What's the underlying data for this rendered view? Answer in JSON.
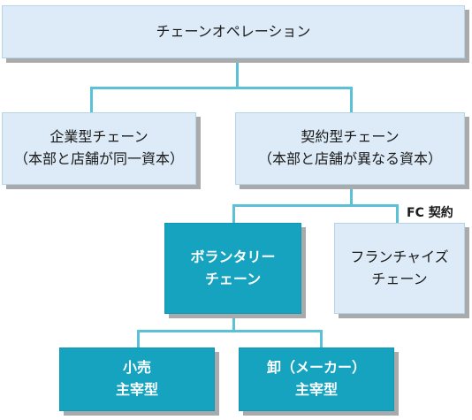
{
  "diagram": {
    "root": "チェーンオペレーション",
    "corporate": {
      "title": "企業型チェーン",
      "note": "（本部と店舗が同一資本）"
    },
    "contract": {
      "title": "契約型チェーン",
      "note": "（本部と店舗が異なる資本）"
    },
    "fc_label": "FC 契約",
    "voluntary": {
      "line1": "ボランタリー",
      "line2": "チェーン"
    },
    "franchise": {
      "line1": "フランチャイズ",
      "line2": "チェーン"
    },
    "retail": {
      "line1": "小売",
      "line2": "主宰型"
    },
    "wholesale": {
      "line1": "卸（メーカー）",
      "line2": "主宰型"
    }
  },
  "colors": {
    "light_box": "#dcebf7",
    "dark_box": "#15a3bf",
    "connector": "#5ac1d7",
    "shadow": "#a9aaac"
  }
}
